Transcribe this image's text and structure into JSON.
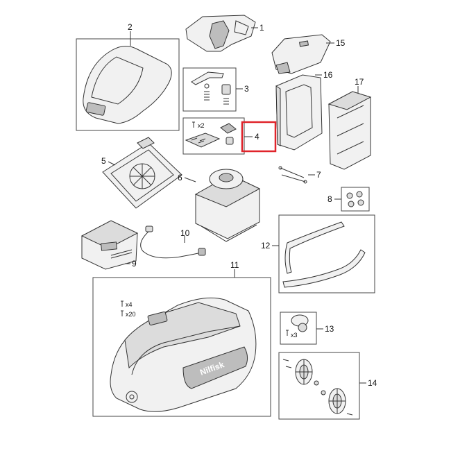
{
  "highlight_color": "#e0242b",
  "parts": {
    "p1": "1",
    "p2": "2",
    "p3": "3",
    "p4": "4",
    "p5": "5",
    "p6": "6",
    "p7": "7",
    "p8": "8",
    "p9": "9",
    "p10": "10",
    "p11": "11",
    "p12": "12",
    "p13": "13",
    "p14": "14",
    "p15": "15",
    "p16": "16",
    "p17": "17"
  },
  "quantities": {
    "pcb_screws": "x2",
    "housing_screws_a": "x4",
    "housing_screws_b": "x20",
    "castor_screws": "x3"
  },
  "brand_logo": "Nilfisk",
  "icons": [
    "screw-icon"
  ]
}
